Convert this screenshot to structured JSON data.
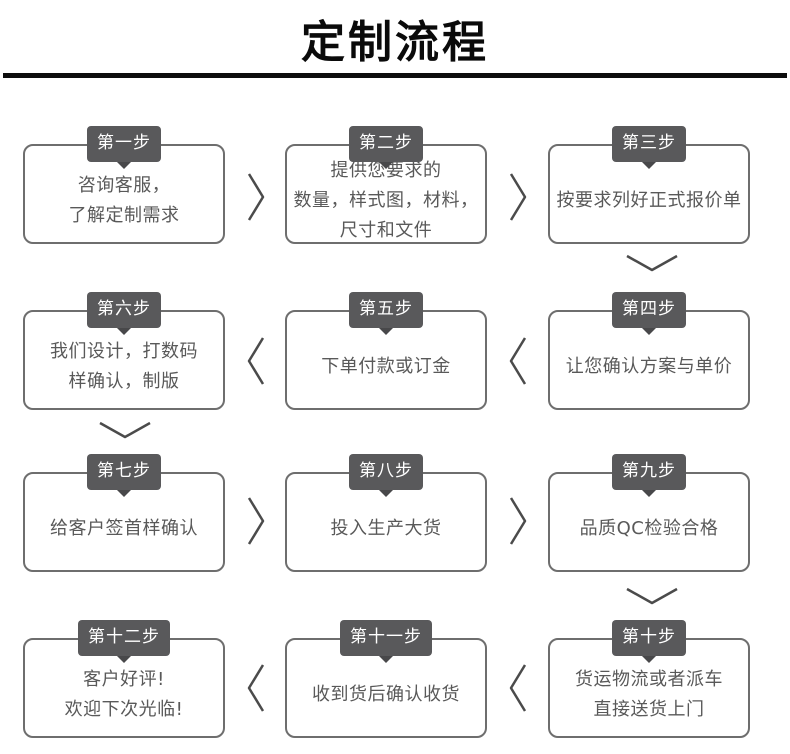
{
  "title": "定制流程",
  "colors": {
    "tab_bg": "#59595b",
    "tab_notch": "#48484a",
    "box_border": "#6e6e6e",
    "box_text": "#595959",
    "arrow": "#4b4b4b",
    "title_text": "#0a0a0a",
    "divider": "#0d0d0d"
  },
  "steps": [
    {
      "label": "第一步",
      "lines": [
        "咨询客服，",
        "了解定制需求"
      ]
    },
    {
      "label": "第二步",
      "lines": [
        "提供您要求的",
        "数量，样式图，材料，",
        "尺寸和文件"
      ]
    },
    {
      "label": "第三步",
      "lines": [
        "按要求列好正式报价单"
      ]
    },
    {
      "label": "第四步",
      "lines": [
        "让您确认方案与单价"
      ]
    },
    {
      "label": "第五步",
      "lines": [
        "下单付款或订金"
      ]
    },
    {
      "label": "第六步",
      "lines": [
        "我们设计，打数码",
        "样确认，制版"
      ]
    },
    {
      "label": "第七步",
      "lines": [
        "给客户签首样确认"
      ]
    },
    {
      "label": "第八步",
      "lines": [
        "投入生产大货"
      ]
    },
    {
      "label": "第九步",
      "lines": [
        "品质QC检验合格"
      ]
    },
    {
      "label": "第十步",
      "lines": [
        "货运物流或者派车",
        "直接送货上门"
      ]
    },
    {
      "label": "第十一步",
      "lines": [
        "收到货后确认收货"
      ]
    },
    {
      "label": "第十二步",
      "lines": [
        "客户好评!",
        "欢迎下次光临!"
      ]
    }
  ]
}
